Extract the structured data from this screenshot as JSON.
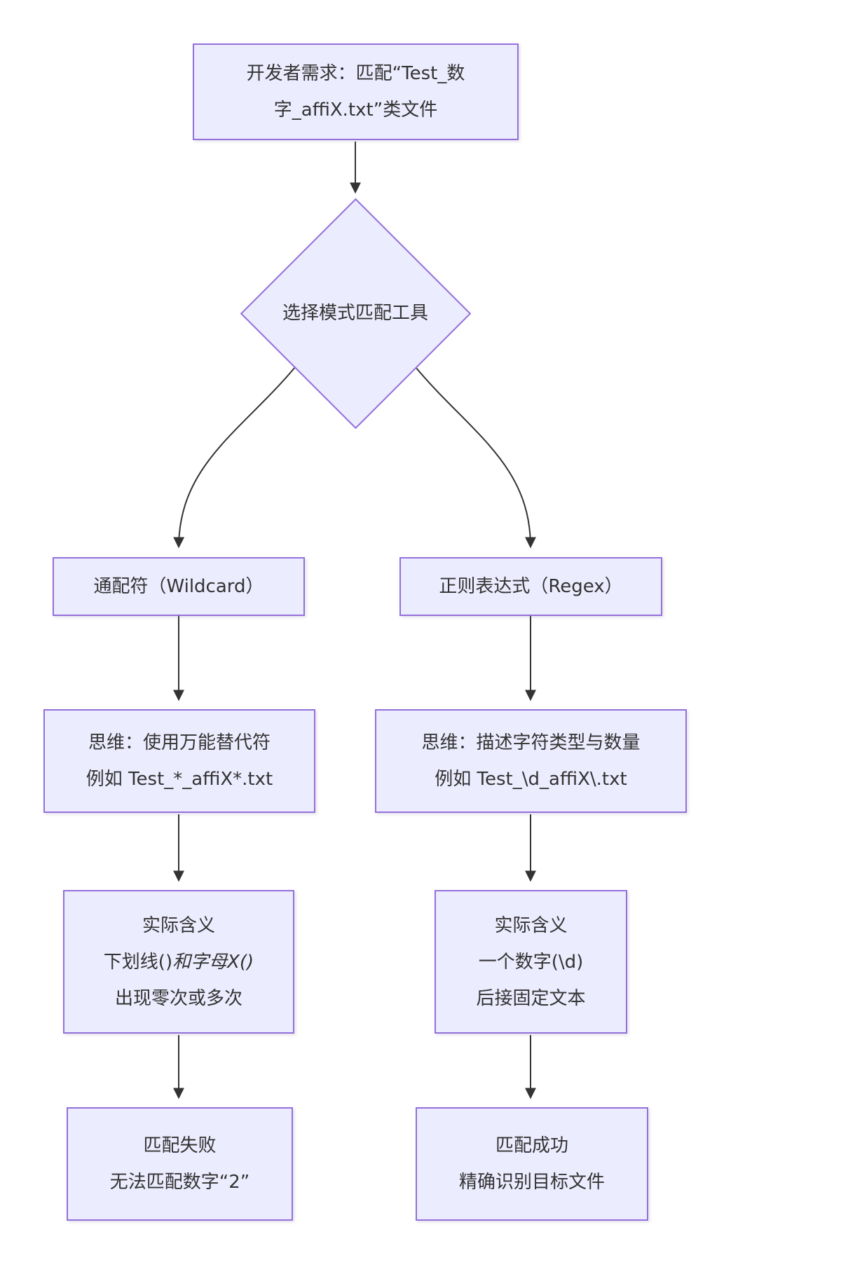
{
  "diagram": {
    "type": "flowchart",
    "background_color": "#ffffff",
    "node_fill_color": "#ECECFF",
    "node_border_color": "#9370DB",
    "arrow_color": "#333333",
    "text_color": "#333333"
  },
  "nodes": {
    "requirement": {
      "line1": "开发者需求：匹配“Test_数",
      "line2": "字_affiX.txt”类文件"
    },
    "decision": {
      "label": "选择模式匹配工具"
    },
    "wildcard": {
      "label": "通配符（Wildcard）"
    },
    "regex": {
      "label": "正则表达式（Regex）"
    },
    "wildcard_think": {
      "line1": "思维：使用万能替代符",
      "line2": "例如 Test_*_affiX*.txt"
    },
    "regex_think": {
      "line1": "思维：描述字符类型与数量",
      "line2": "例如 Test_\\d_affiX\\.txt"
    },
    "wildcard_meaning": {
      "line1": "实际含义",
      "line2_normal": "下划线()",
      "line2_italic": "和字母X()",
      "line3": "出现零次或多次"
    },
    "regex_meaning": {
      "line1": "实际含义",
      "line2": "一个数字(\\d)",
      "line3": "后接固定文本"
    },
    "wildcard_result": {
      "line1": "匹配失败",
      "line2": "无法匹配数字“2”"
    },
    "regex_result": {
      "line1": "匹配成功",
      "line2": "精确识别目标文件"
    }
  },
  "connections": [
    "requirement -> decision",
    "decision -> wildcard",
    "decision -> regex",
    "wildcard -> wildcard_think",
    "regex -> regex_think",
    "wildcard_think -> wildcard_meaning",
    "regex_think -> regex_meaning",
    "wildcard_meaning -> wildcard_result",
    "regex_meaning -> regex_result"
  ]
}
